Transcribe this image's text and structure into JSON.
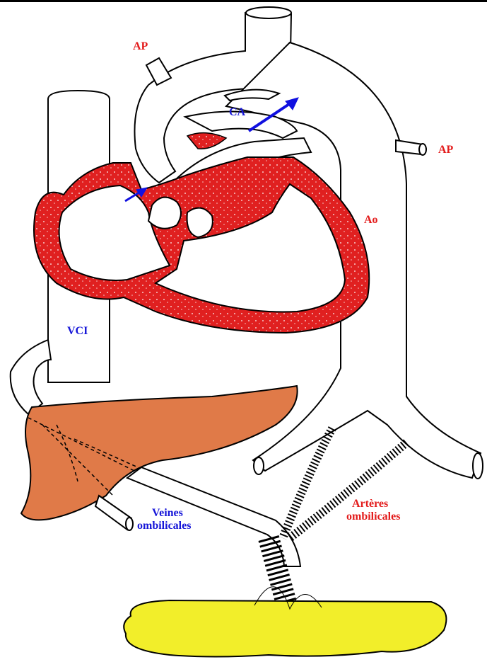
{
  "labels": {
    "ap_top": "AP",
    "ap_right": "AP",
    "ca": "CA",
    "ao": "Ao",
    "vci": "VCI",
    "veines_line1": "Veines",
    "veines_line2": "ombilicales",
    "arteres_line1": "Artères",
    "arteres_line2": "ombilicales"
  },
  "colors": {
    "heart": "#e02020",
    "liver": "#e07a48",
    "placenta": "#f2ee2a",
    "label_red": "#e31b1b",
    "label_blue": "#1616d8",
    "arrow_blue": "#1010e0"
  }
}
